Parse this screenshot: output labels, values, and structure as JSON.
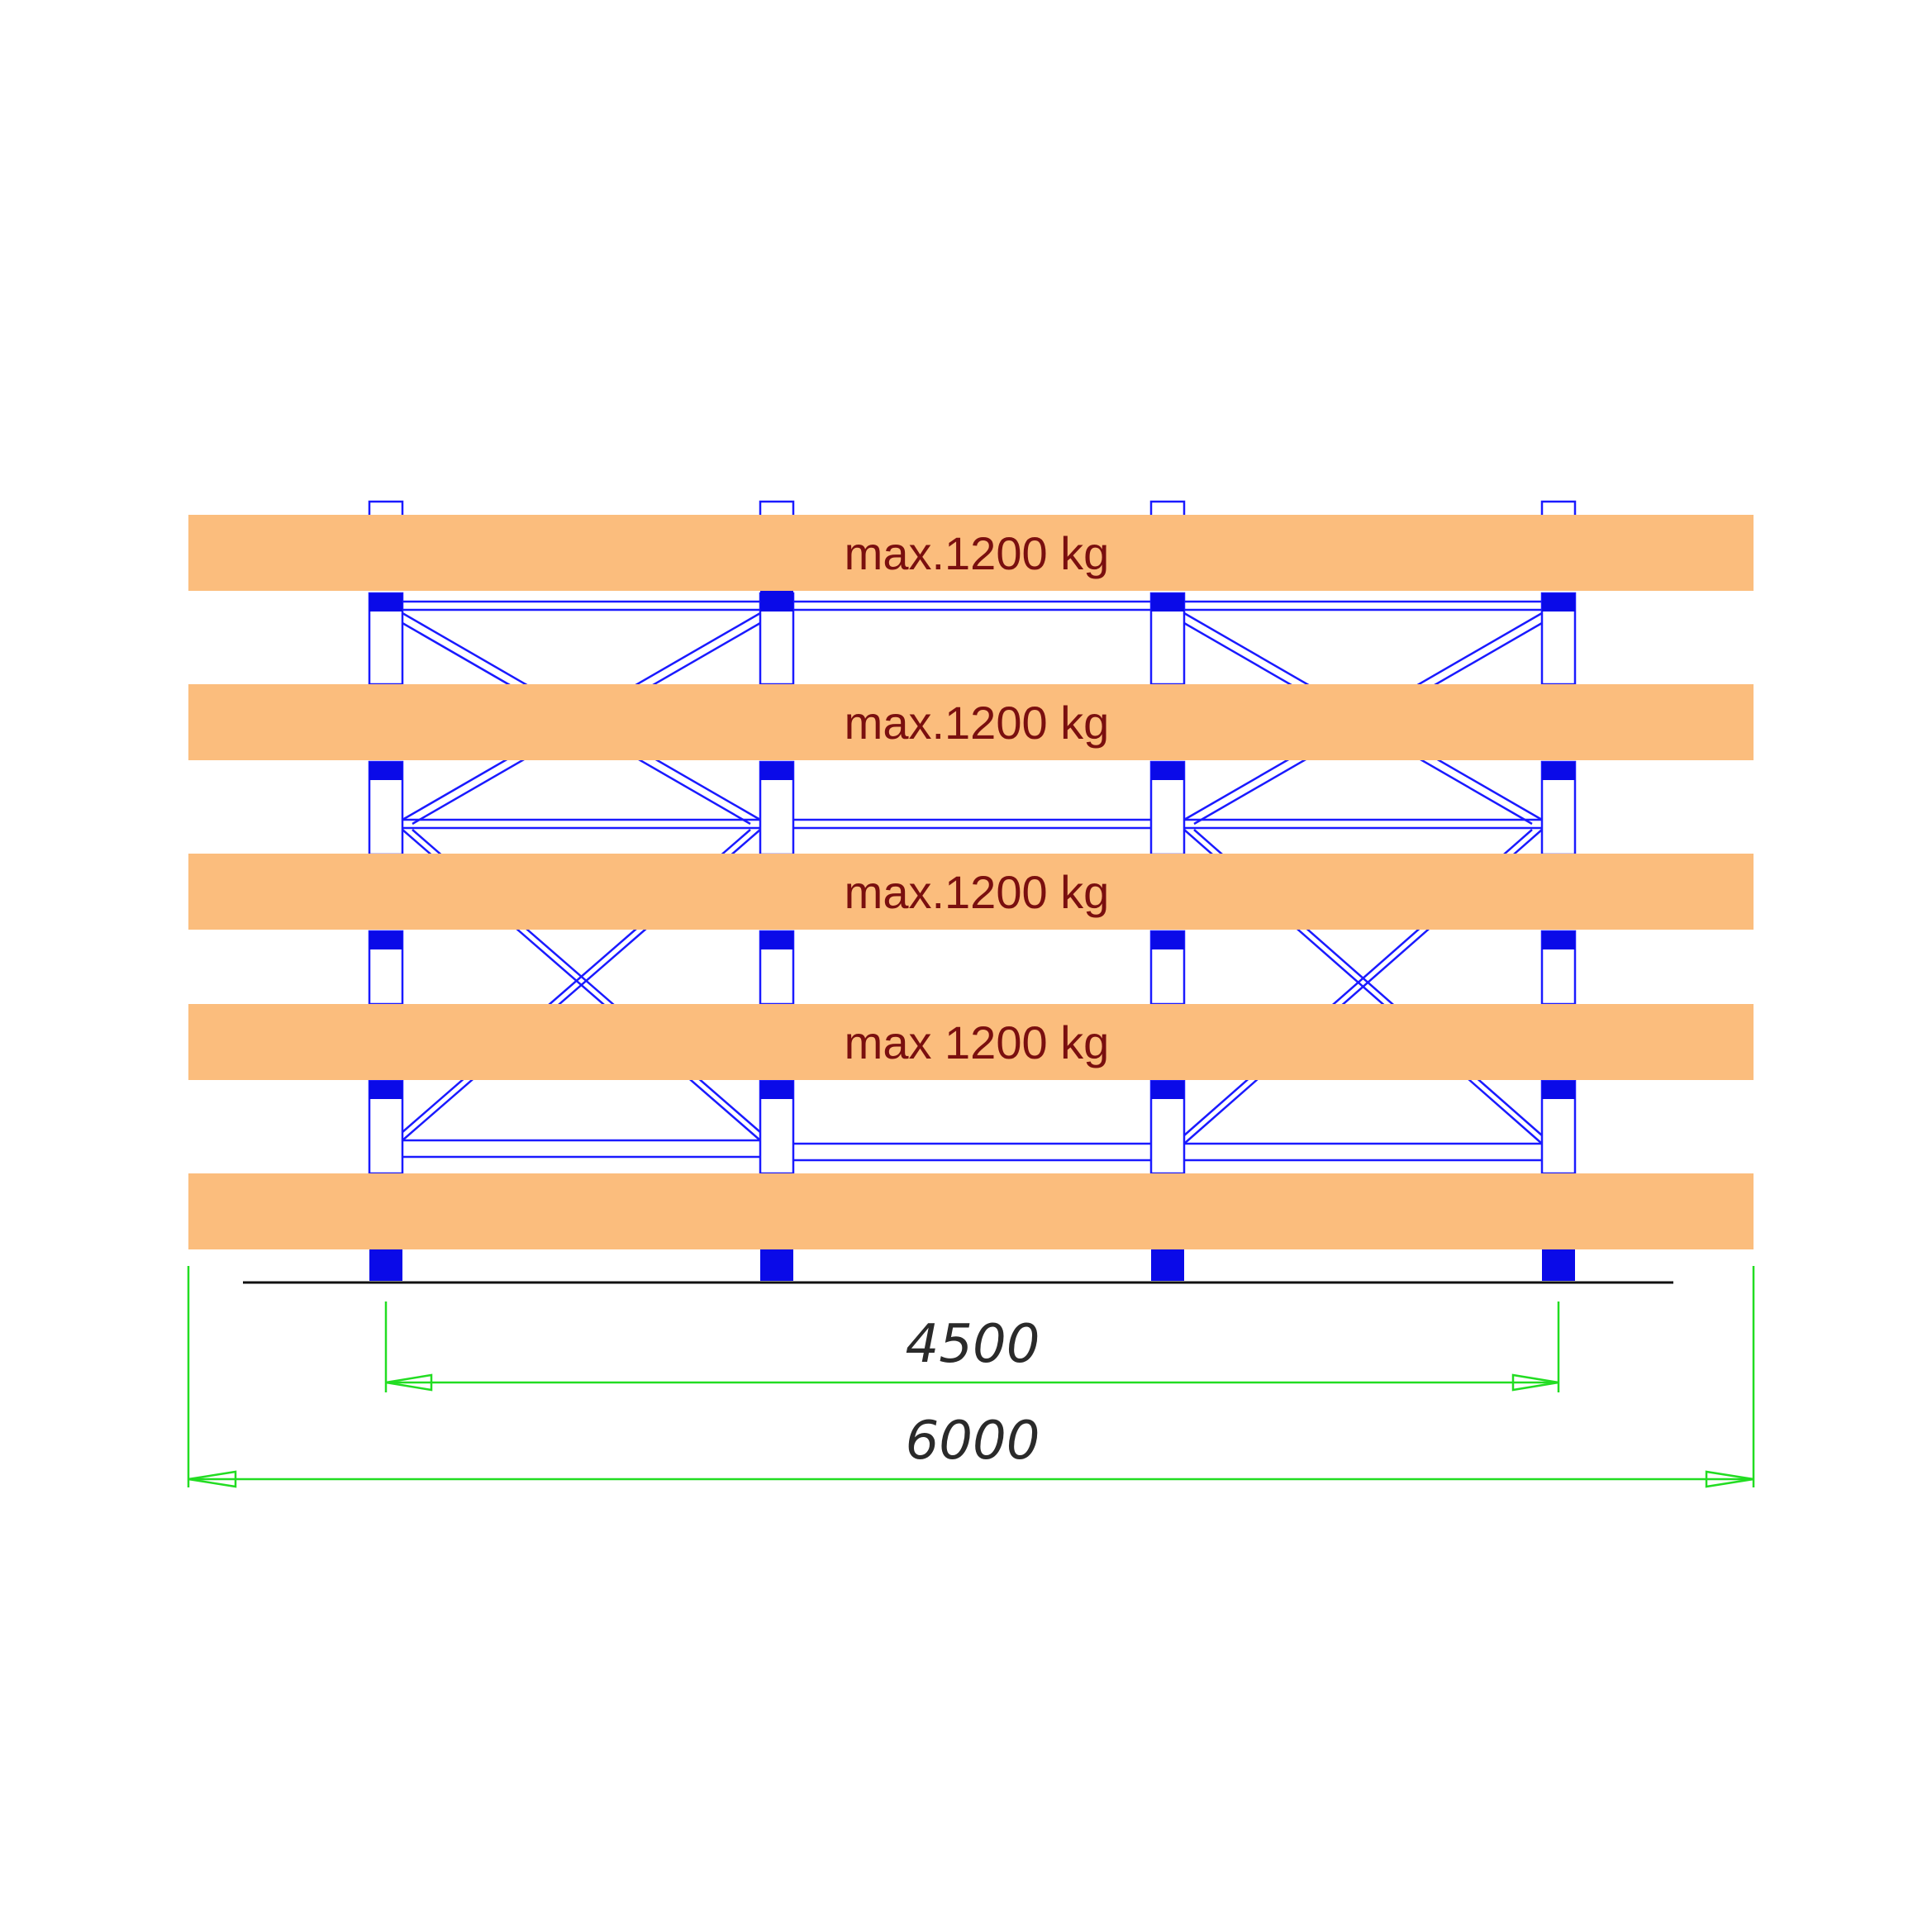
{
  "shelves": [
    {
      "label": "max.1200 kg"
    },
    {
      "label": "max.1200 kg"
    },
    {
      "label": "max.1200 kg"
    },
    {
      "label": "max 1200 kg"
    },
    {
      "label": ""
    }
  ],
  "dimensions": {
    "inner": "4500",
    "overall": "6000"
  },
  "colors": {
    "shelf": "#fbbd7d",
    "frame": "#1a1aff",
    "frame_fill": "#0a0ae8",
    "dimension": "#22dd22",
    "ground": "#111111",
    "label": "#7a0f0f"
  }
}
